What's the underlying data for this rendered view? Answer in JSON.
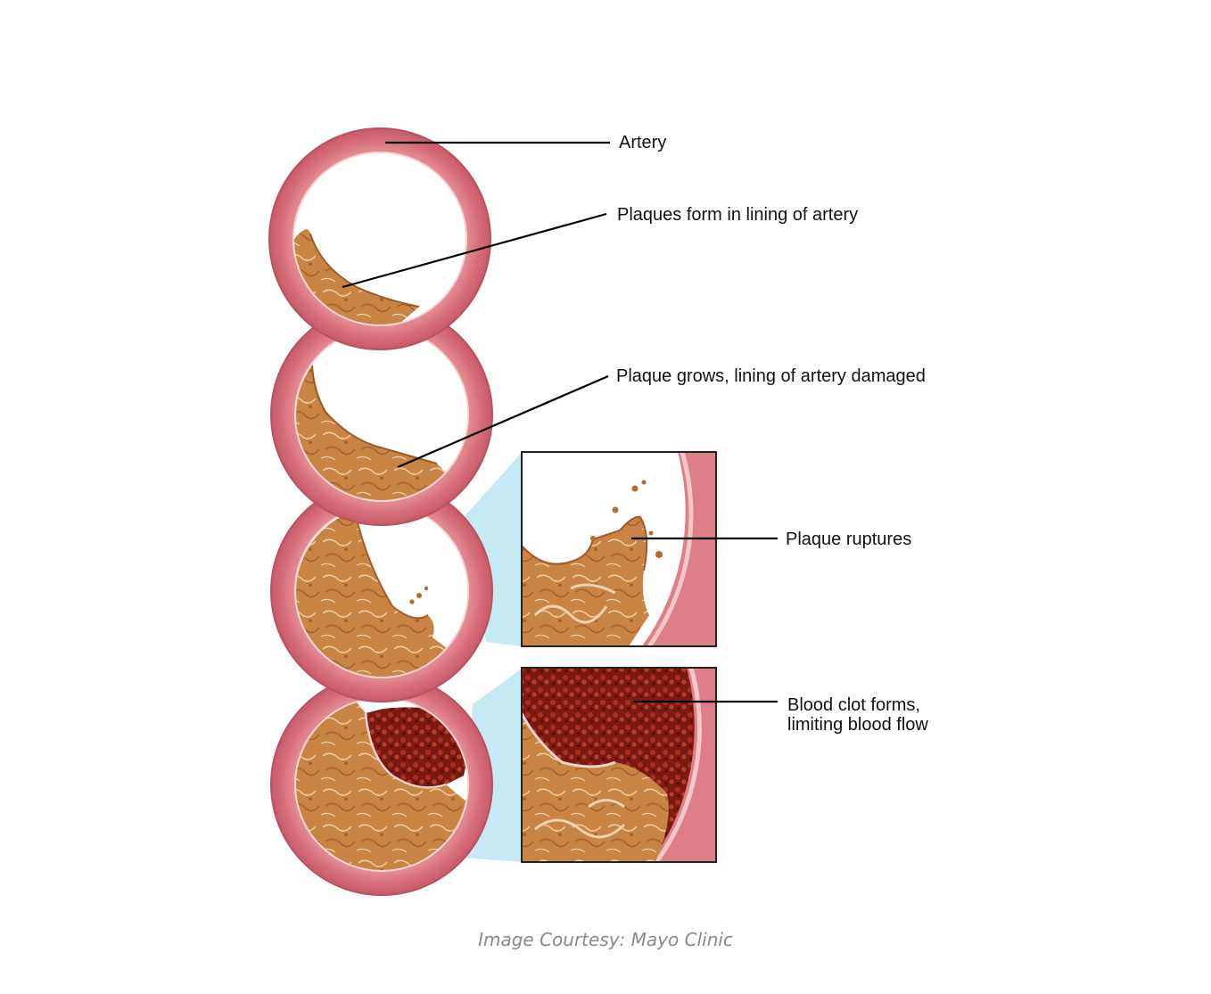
{
  "labels": {
    "artery": "Artery",
    "plaques_form": "Plaques form in lining of artery",
    "plaque_grows": "Plaque grows, lining of artery damaged",
    "plaque_ruptures": "Plaque ruptures",
    "clot_line1": "Blood clot forms,",
    "clot_line2": "limiting blood flow"
  },
  "caption": "Image Courtesy: Mayo Clinic",
  "colors": {
    "artery_wall": "#d9707a",
    "artery_wall_light": "#ea9aa0",
    "artery_edge": "#b44f5c",
    "plaque": "#c8803f",
    "plaque_dark": "#9a5a26",
    "clot": "#8a1f14",
    "zoom_cone": "#bfe8f5",
    "leader_line": "#000000"
  }
}
